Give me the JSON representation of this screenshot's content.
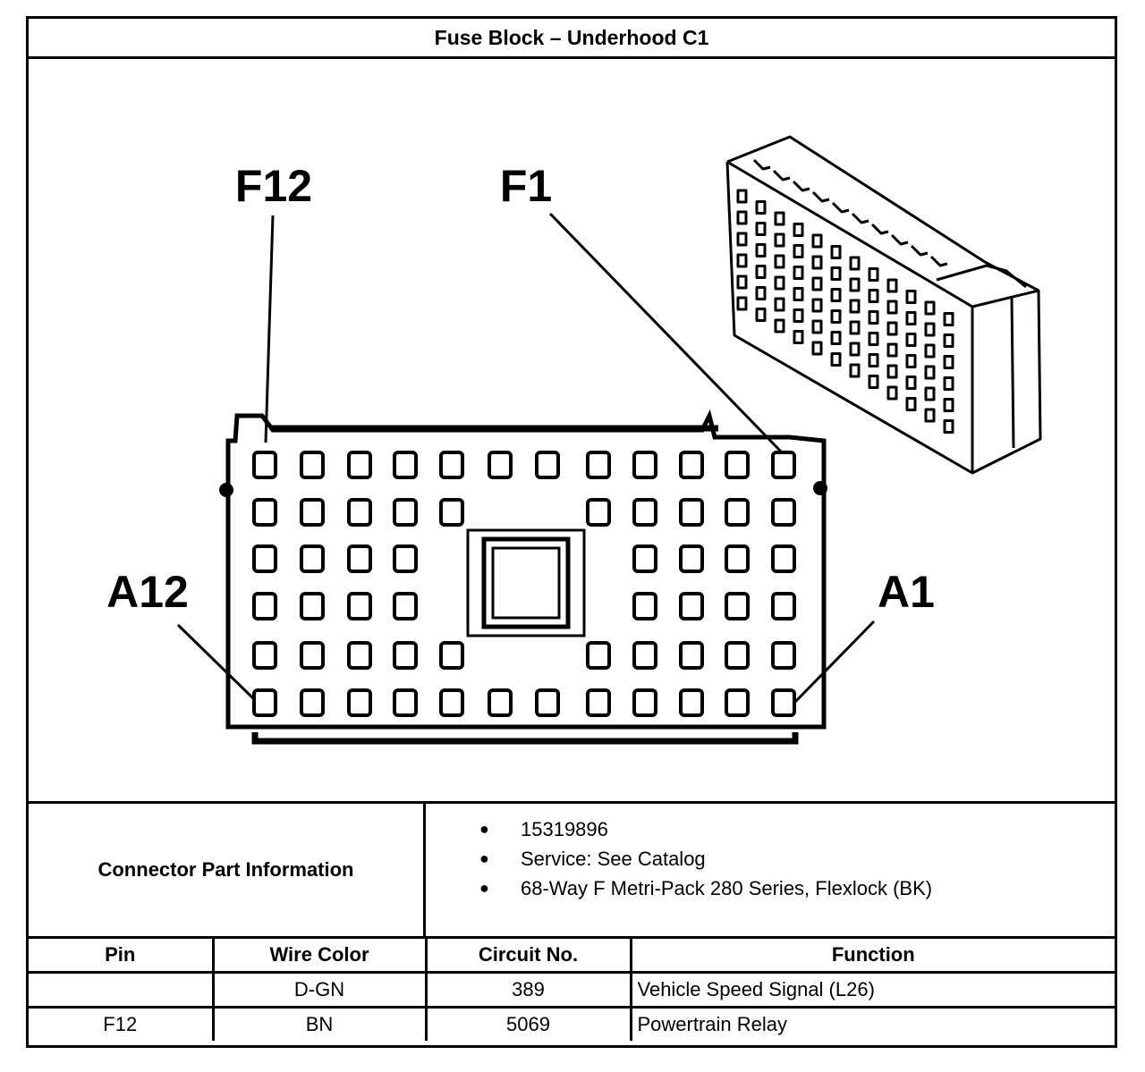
{
  "title": "Fuse Block – Underhood C1",
  "diagram": {
    "labels": {
      "top_left": "F12",
      "top_right": "F1",
      "left": "A12",
      "right": "A1"
    }
  },
  "connector_info": {
    "label": "Connector Part Information",
    "items": [
      "15319896",
      "Service: See Catalog",
      "68-Way F Metri-Pack 280 Series, Flexlock (BK)"
    ]
  },
  "pin_table": {
    "headers": [
      "Pin",
      "Wire Color",
      "Circuit No.",
      "Function"
    ],
    "rows": [
      [
        "",
        "D-GN",
        "389",
        "Vehicle Speed Signal (L26)"
      ],
      [
        "F12",
        "BN",
        "5069",
        "Powertrain Relay"
      ]
    ]
  }
}
